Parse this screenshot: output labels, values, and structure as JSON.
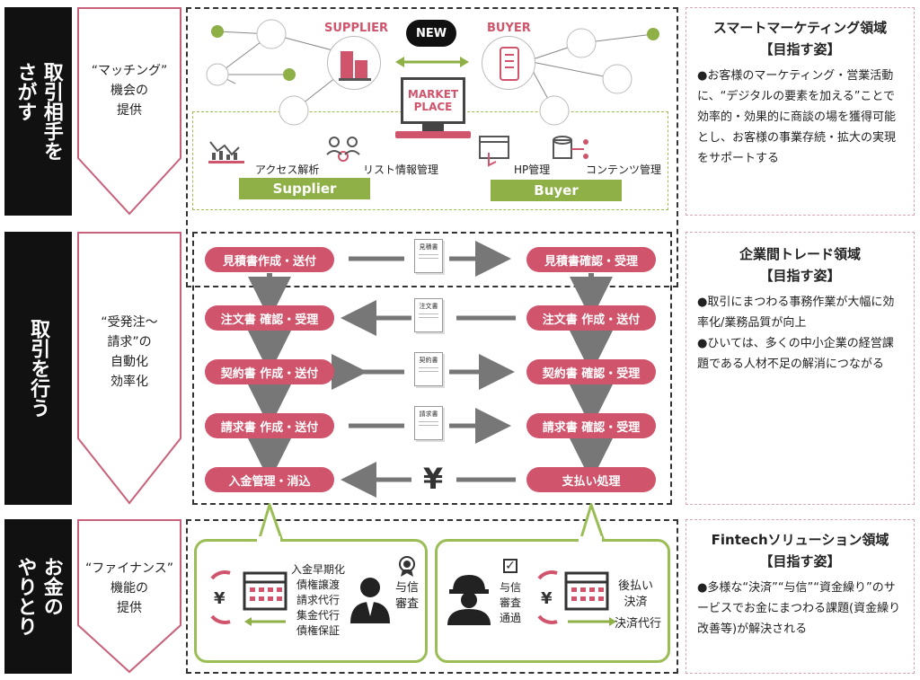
{
  "sections": [
    {
      "side_cols": [
        "取引相手を",
        "さがす"
      ],
      "chevron": [
        "“マッチング”",
        "機会の",
        "提供"
      ]
    },
    {
      "side_cols": [
        "取引を行う"
      ],
      "chevron": [
        "“受発注〜",
        "請求”の",
        "自動化",
        "効率化"
      ]
    },
    {
      "side_cols": [
        "お金の",
        "やりとり"
      ],
      "chevron": [
        "“ファイナンス”",
        "機能の",
        "提供"
      ]
    }
  ],
  "goals": [
    {
      "title": "スマートマーケティング領域",
      "sub": "【目指す姿】",
      "body": "●お客様のマーケティング・営業活動に、“デジタルの要素を加える”ことで効率的・効果的に商談の場を獲得可能とし、お客様の事業存続・拡大の実現をサポートする"
    },
    {
      "title": "企業間トレード領域",
      "sub": "【目指す姿】",
      "body": "●取引にまつわる事務作業が大幅に効率化/業務品質が向上\n●ひいては、多くの中小企業の経営課題である人材不足の解消につながる"
    },
    {
      "title": "Fintechソリューション領域",
      "sub": "【目指す姿】",
      "body": "●多様な“決済”“与信”“資金繰り”のサービスでお金にまつわる課題(資金繰り改善等)が解決される"
    }
  ],
  "marketplace": {
    "supplier_label": "SUPPLIER",
    "buyer_label": "BUYER",
    "new_badge": "NEW",
    "market_label": "MARKET PLACE",
    "access": "アクセス解析",
    "list_mgmt": "リスト情報管理",
    "hp_mgmt": "HP管理",
    "content_mgmt": "コンテンツ管理",
    "supplier_bar": "Supplier",
    "buyer_bar": "Buyer"
  },
  "trade": {
    "left": [
      "見積書作成・送付",
      "注文書 確認・受理",
      "契約書 作成・送付",
      "請求書 作成・送付",
      "入金管理・消込"
    ],
    "right": [
      "見積書確認・受理",
      "注文書 作成・送付",
      "契約書 確認・受理",
      "請求書 確認・受理",
      "支払い処理"
    ],
    "docs": [
      "見積書",
      "注文書",
      "契約書",
      "請求書"
    ],
    "yen": "¥"
  },
  "finance": {
    "left_list": [
      "入金早期化",
      "債権譲渡",
      "請求代行",
      "集金代行",
      "債権保証"
    ],
    "left_credit": [
      "与信",
      "審査"
    ],
    "right_credit": [
      "与信",
      "審査",
      "通過"
    ],
    "right_pay": [
      "後払い",
      "決済"
    ],
    "right_agent": "決済代行",
    "yen": "¥"
  },
  "colors": {
    "accent": "#d0546b",
    "green": "#8eb047",
    "dark": "#111111"
  }
}
